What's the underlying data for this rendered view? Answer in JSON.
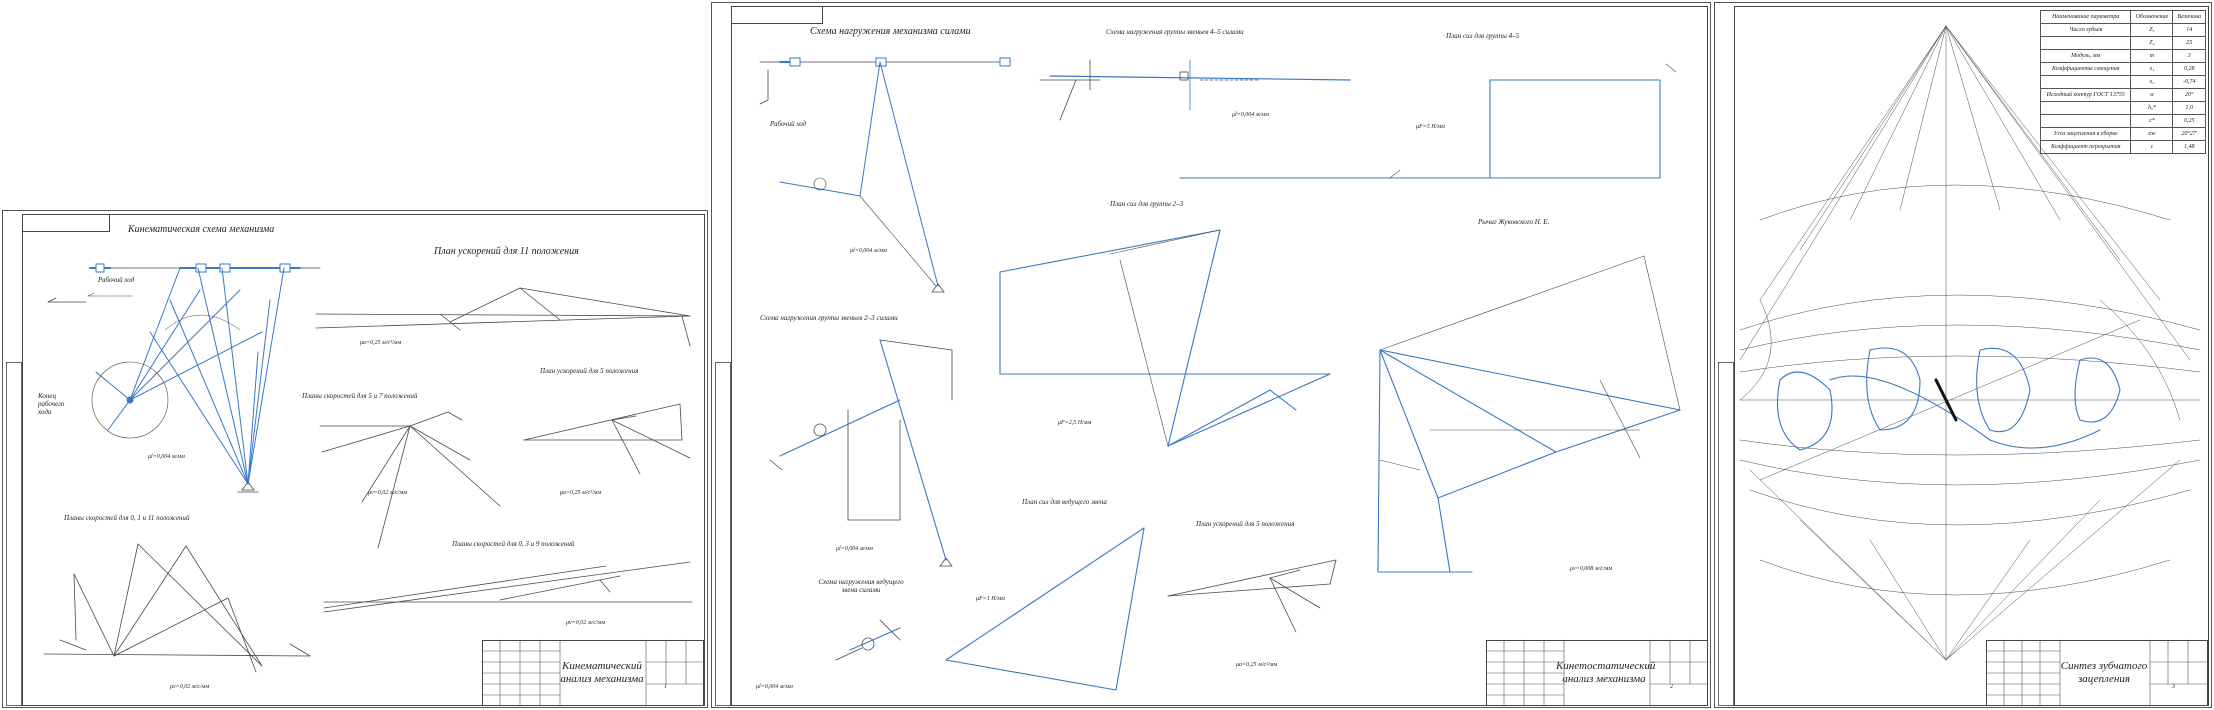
{
  "sheet1": {
    "heading": "Кинематическая схема механизма",
    "working_stroke": "Рабочий ход",
    "end_stroke": "Конец рабочего хода",
    "scale_mech": "μl=0,004 м/мм",
    "accel_11_title": "План ускорений для 11 положения",
    "accel_11_scale": "μа=0,25 м/с²/мм",
    "vel_5_7_title": "Планы скоростей для 5 и 7 положений",
    "vel_5_7_scale": "μv=0,02 м/с/мм",
    "accel_5_title": "План ускорений для 5 положения",
    "accel_5_scale": "μа=0,25 м/с²/мм",
    "vel_0_1_11_title": "Планы скоростей для 0, 1 и 11 положений",
    "vel_0_1_11_scale": "μv=0,02 м/с/мм",
    "vel_0_3_9_title": "Планы скоростей для 0, 3 и 9 положений",
    "vel_0_3_9_scale": "μv=0,02 м/с/мм",
    "doc_title": "Кинематический анализ механизма",
    "sheet_no": "1"
  },
  "sheet2": {
    "load_mech_title": "Схема нагружения механизма силами",
    "load_45_title": "Схема нагружения группы звеньев 4–5 силами",
    "plan_45_title": "План сил для группы 4–5",
    "plan_23_title": "План сил для группы 2–3",
    "zhukovsky_title": "Рычаг Жуковского Н. Е.",
    "load_23_title": "Схема нагружения группы звеньев 2–3 силами",
    "plan_lead_title": "План сил для ведущего звена",
    "accel_5_title": "План ускорений для 5 положения",
    "load_lead_title": "Схема нагружения ведущего звена силами",
    "working_stroke": "Рабочий ход",
    "scale_1": "μl=0,004 м/мм",
    "scale_2": "μl=0,004 м/мм",
    "scale_f1": "μF=5 Н/мм",
    "scale_f2": "μF=2,5 Н/мм",
    "scale_f3": "μF=1 Н/мм",
    "scale_a": "μа=0,25 м/с²/мм",
    "scale_z": "μv=0,008 м/с/мм",
    "doc_title": "Кинетостатический анализ механизма",
    "sheet_no": "2"
  },
  "sheet3": {
    "params_header": [
      "Наименование параметра",
      "Обозначение",
      "Величина"
    ],
    "params_rows": [
      [
        "Число зубьев",
        "Z₁",
        "14"
      ],
      [
        "",
        "Z₂",
        "25"
      ],
      [
        "Модуль, мм",
        "m",
        "3"
      ],
      [
        "Коэффициенты смещения",
        "x₁",
        "0,28"
      ],
      [
        "",
        "x₂",
        "-0,74"
      ],
      [
        "Исходный контур ГОСТ 13755",
        "α",
        "20°"
      ],
      [
        "",
        "hₐ*",
        "1,0"
      ],
      [
        "",
        "c*",
        "0,25"
      ],
      [
        "Угол зацепления в сборке",
        "αw",
        "20°27'"
      ],
      [
        "Коэффициент перекрытия",
        "ε",
        "1,48"
      ]
    ],
    "doc_title": "Синтез зубчатого зацепления",
    "sheet_no": "3"
  },
  "colors": {
    "line": "#4a4a4a",
    "blue": "#3a78c2",
    "frame": "#555555"
  }
}
